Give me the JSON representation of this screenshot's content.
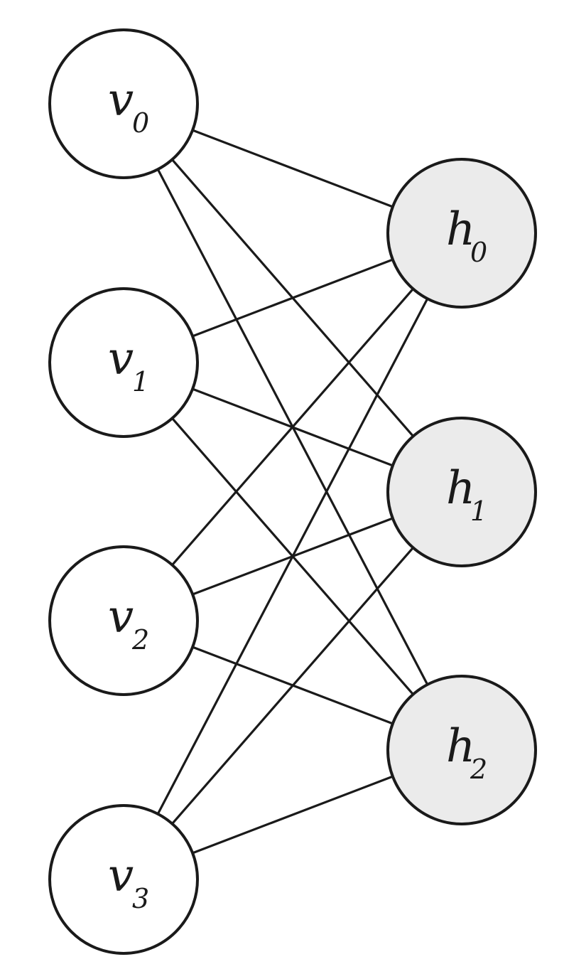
{
  "diagram": {
    "visible_layer": [
      {
        "id": "v0",
        "label": "v",
        "subscript": "0"
      },
      {
        "id": "v1",
        "label": "v",
        "subscript": "1"
      },
      {
        "id": "v2",
        "label": "v",
        "subscript": "2"
      },
      {
        "id": "v3",
        "label": "v",
        "subscript": "3"
      }
    ],
    "hidden_layer": [
      {
        "id": "h0",
        "label": "h",
        "subscript": "0"
      },
      {
        "id": "h1",
        "label": "h",
        "subscript": "1"
      },
      {
        "id": "h2",
        "label": "h",
        "subscript": "2"
      }
    ],
    "connectivity": "fully-connected",
    "colors": {
      "visible_fill": "#ffffff",
      "hidden_fill": "#ebebeb",
      "stroke": "#1a1a1a"
    }
  }
}
